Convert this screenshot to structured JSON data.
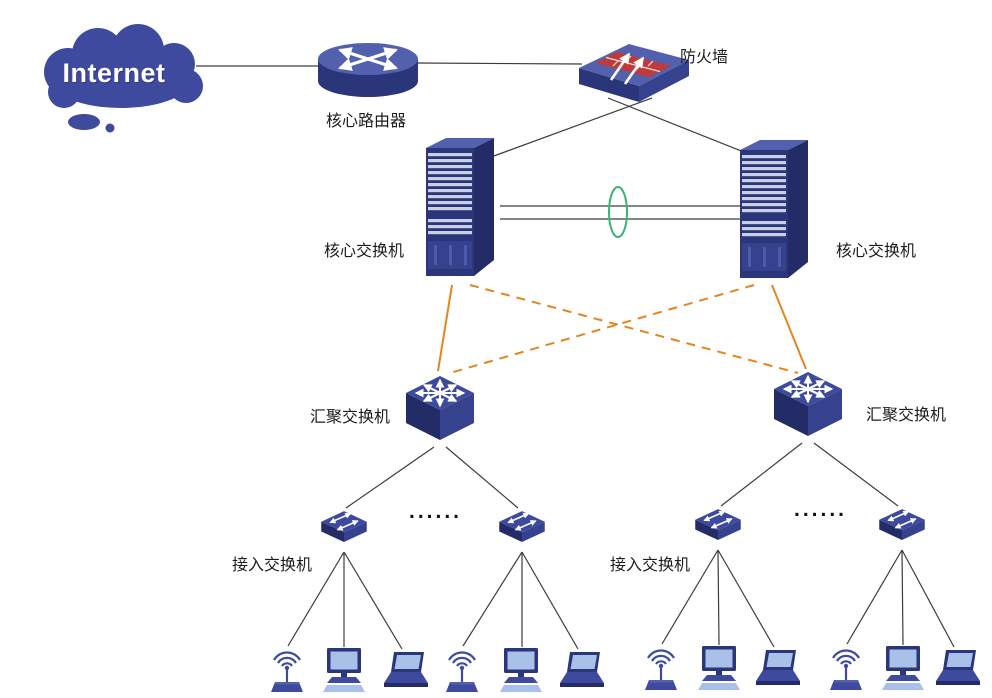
{
  "nodes": {
    "internet": {
      "label": "Internet"
    },
    "core_router": {
      "label": "核心路由器"
    },
    "firewall": {
      "label": "防火墙"
    },
    "core_switch_left": {
      "label": "核心交换机"
    },
    "core_switch_right": {
      "label": "核心交换机"
    },
    "agg_switch_left": {
      "label": "汇聚交换机"
    },
    "agg_switch_right": {
      "label": "汇聚交换机"
    },
    "access_switch_left": {
      "label": "接入交换机"
    },
    "access_switch_right": {
      "label": "接入交换机"
    },
    "ellipsis_left": {
      "label": "......"
    },
    "ellipsis_right": {
      "label": "......"
    }
  },
  "colors": {
    "device_blue": "#3e4a9d",
    "device_blue_light": "#5260ae",
    "device_blue_mid": "#37428f",
    "device_blue_dark": "#2b3579",
    "device_blue_darker": "#232c66",
    "screen_blue": "#a9c0e8",
    "firewall_red": "#c03a3a",
    "trunk_orange": "#e2861f",
    "lag_green": "#3bb273",
    "link_gray": "#3c3c3c"
  }
}
